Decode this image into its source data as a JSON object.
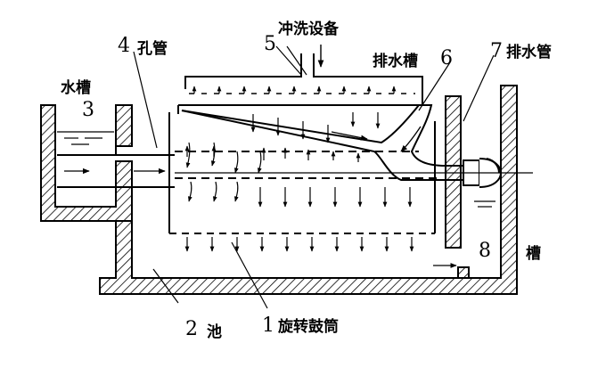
{
  "labels": {
    "flushing_device": "冲洗设备",
    "drain_trough": "排水槽",
    "drain_pipe": "排水管",
    "orifice_pipe": "孔管",
    "water_trough": "水槽",
    "tank": "槽",
    "basin": "池",
    "rotating_drum": "旋转鼓筒"
  },
  "numbers": {
    "n1": "1",
    "n2": "2",
    "n3": "3",
    "n4": "4",
    "n5": "5",
    "n6": "6",
    "n7": "7",
    "n8": "8"
  }
}
